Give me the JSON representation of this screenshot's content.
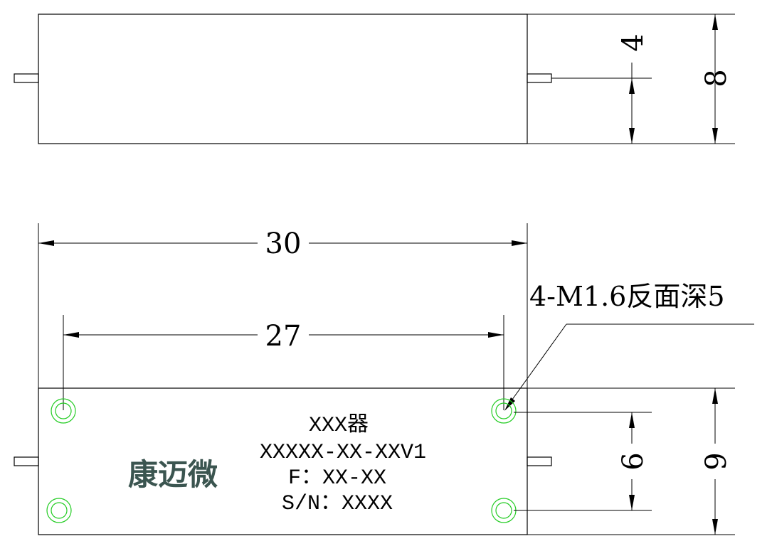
{
  "dimensions": {
    "top_height_inner": "4",
    "top_height_outer": "8",
    "overall_length": "30",
    "hole_spacing": "27",
    "hole_vertical_spacing": "6",
    "bottom_height": "9"
  },
  "callout": {
    "thread_note": "4-M1.6反面深5"
  },
  "label": {
    "product_name": "XXX器",
    "model": "XXXXX-XX-XXV1",
    "frequency": "F：XX-XX",
    "serial": "S/N：XXXX"
  },
  "logo": {
    "text": "康迈微"
  },
  "colors": {
    "line": "#000000",
    "hole": "#22cc22",
    "logo": "#3b5550"
  }
}
